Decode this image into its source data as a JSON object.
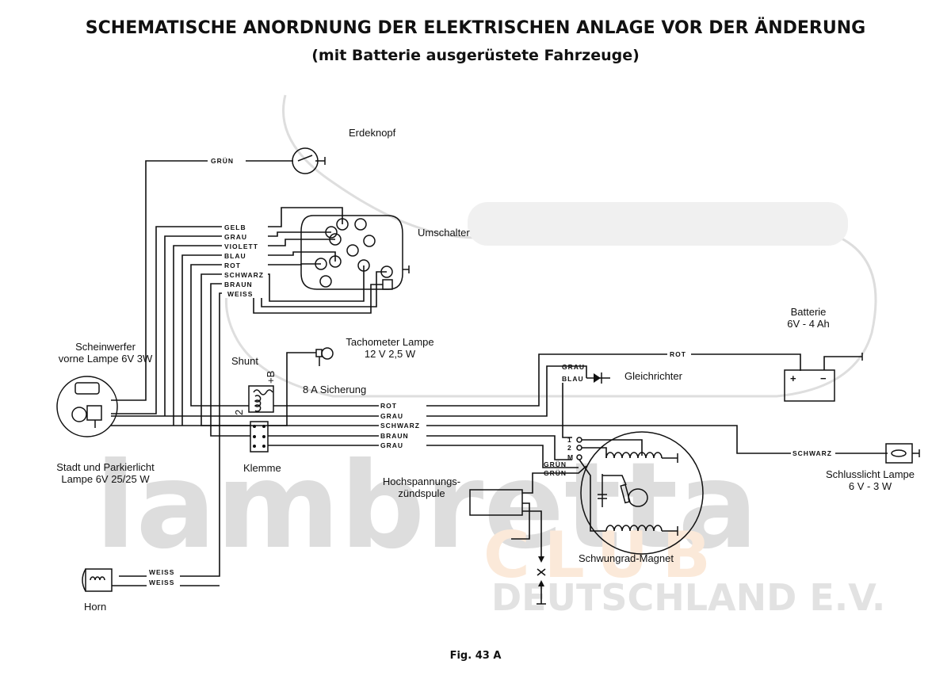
{
  "title": "SCHEMATISCHE ANORDNUNG DER ELEKTRISCHEN ANLAGE VOR DER ÄNDERUNG",
  "subtitle": "(mit Batterie ausgerüstete Fahrzeuge)",
  "figure_label": "Fig. 43 A",
  "watermark": {
    "line1": "lambretta",
    "line2": "CLUB",
    "line3": "DEUTSCHLAND E.V."
  },
  "components": {
    "erdeknopf": "Erdeknopf",
    "umschalter": "Umschalter",
    "scheinwerfer_1": "Scheinwerfer",
    "scheinwerfer_2": "vorne Lampe 6V 3W",
    "stadtlicht_1": "Stadt und Parkierlicht",
    "stadtlicht_2": "Lampe 6V 25/25 W",
    "shunt": "Shunt",
    "klemme": "Klemme",
    "tacho_1": "Tachometer Lampe",
    "tacho_2": "12 V  2,5 W",
    "sicherung": "8 A Sicherung",
    "batterie_1": "Batterie",
    "batterie_2": "6V - 4 Ah",
    "gleichrichter": "Gleichrichter",
    "schlusslicht_1": "Schlusslicht Lampe",
    "schlusslicht_2": "6 V - 3 W",
    "zuendspule_1": "Hochspannungs-",
    "zuendspule_2": "zündspule",
    "magnet": "Schwungrad-Magnet",
    "horn": "Horn",
    "shunt_b": "+B",
    "shunt_2": "2",
    "bat_plus": "+",
    "bat_minus": "−",
    "term_1": "1",
    "term_2": "2",
    "term_m": "M"
  },
  "wires": {
    "erde_gruen": "GRÜN",
    "switch": [
      "GELB",
      "GRAU",
      "VIOLETT",
      "BLAU",
      "ROT",
      "SCHWARZ",
      "BRAUN",
      "WEISS"
    ],
    "main": [
      "ROT",
      "GRAU",
      "SCHWARZ",
      "BRAUN",
      "GRAU"
    ],
    "battery_rot": "ROT",
    "rect_grau": "GRAU",
    "rect_blau": "BLAU",
    "tail_schwarz": "SCHWARZ",
    "coil_gruen_1": "GRÜN",
    "coil_gruen_2": "GRÜN",
    "horn_weiss_1": "WEISS",
    "horn_weiss_2": "WEISS"
  }
}
